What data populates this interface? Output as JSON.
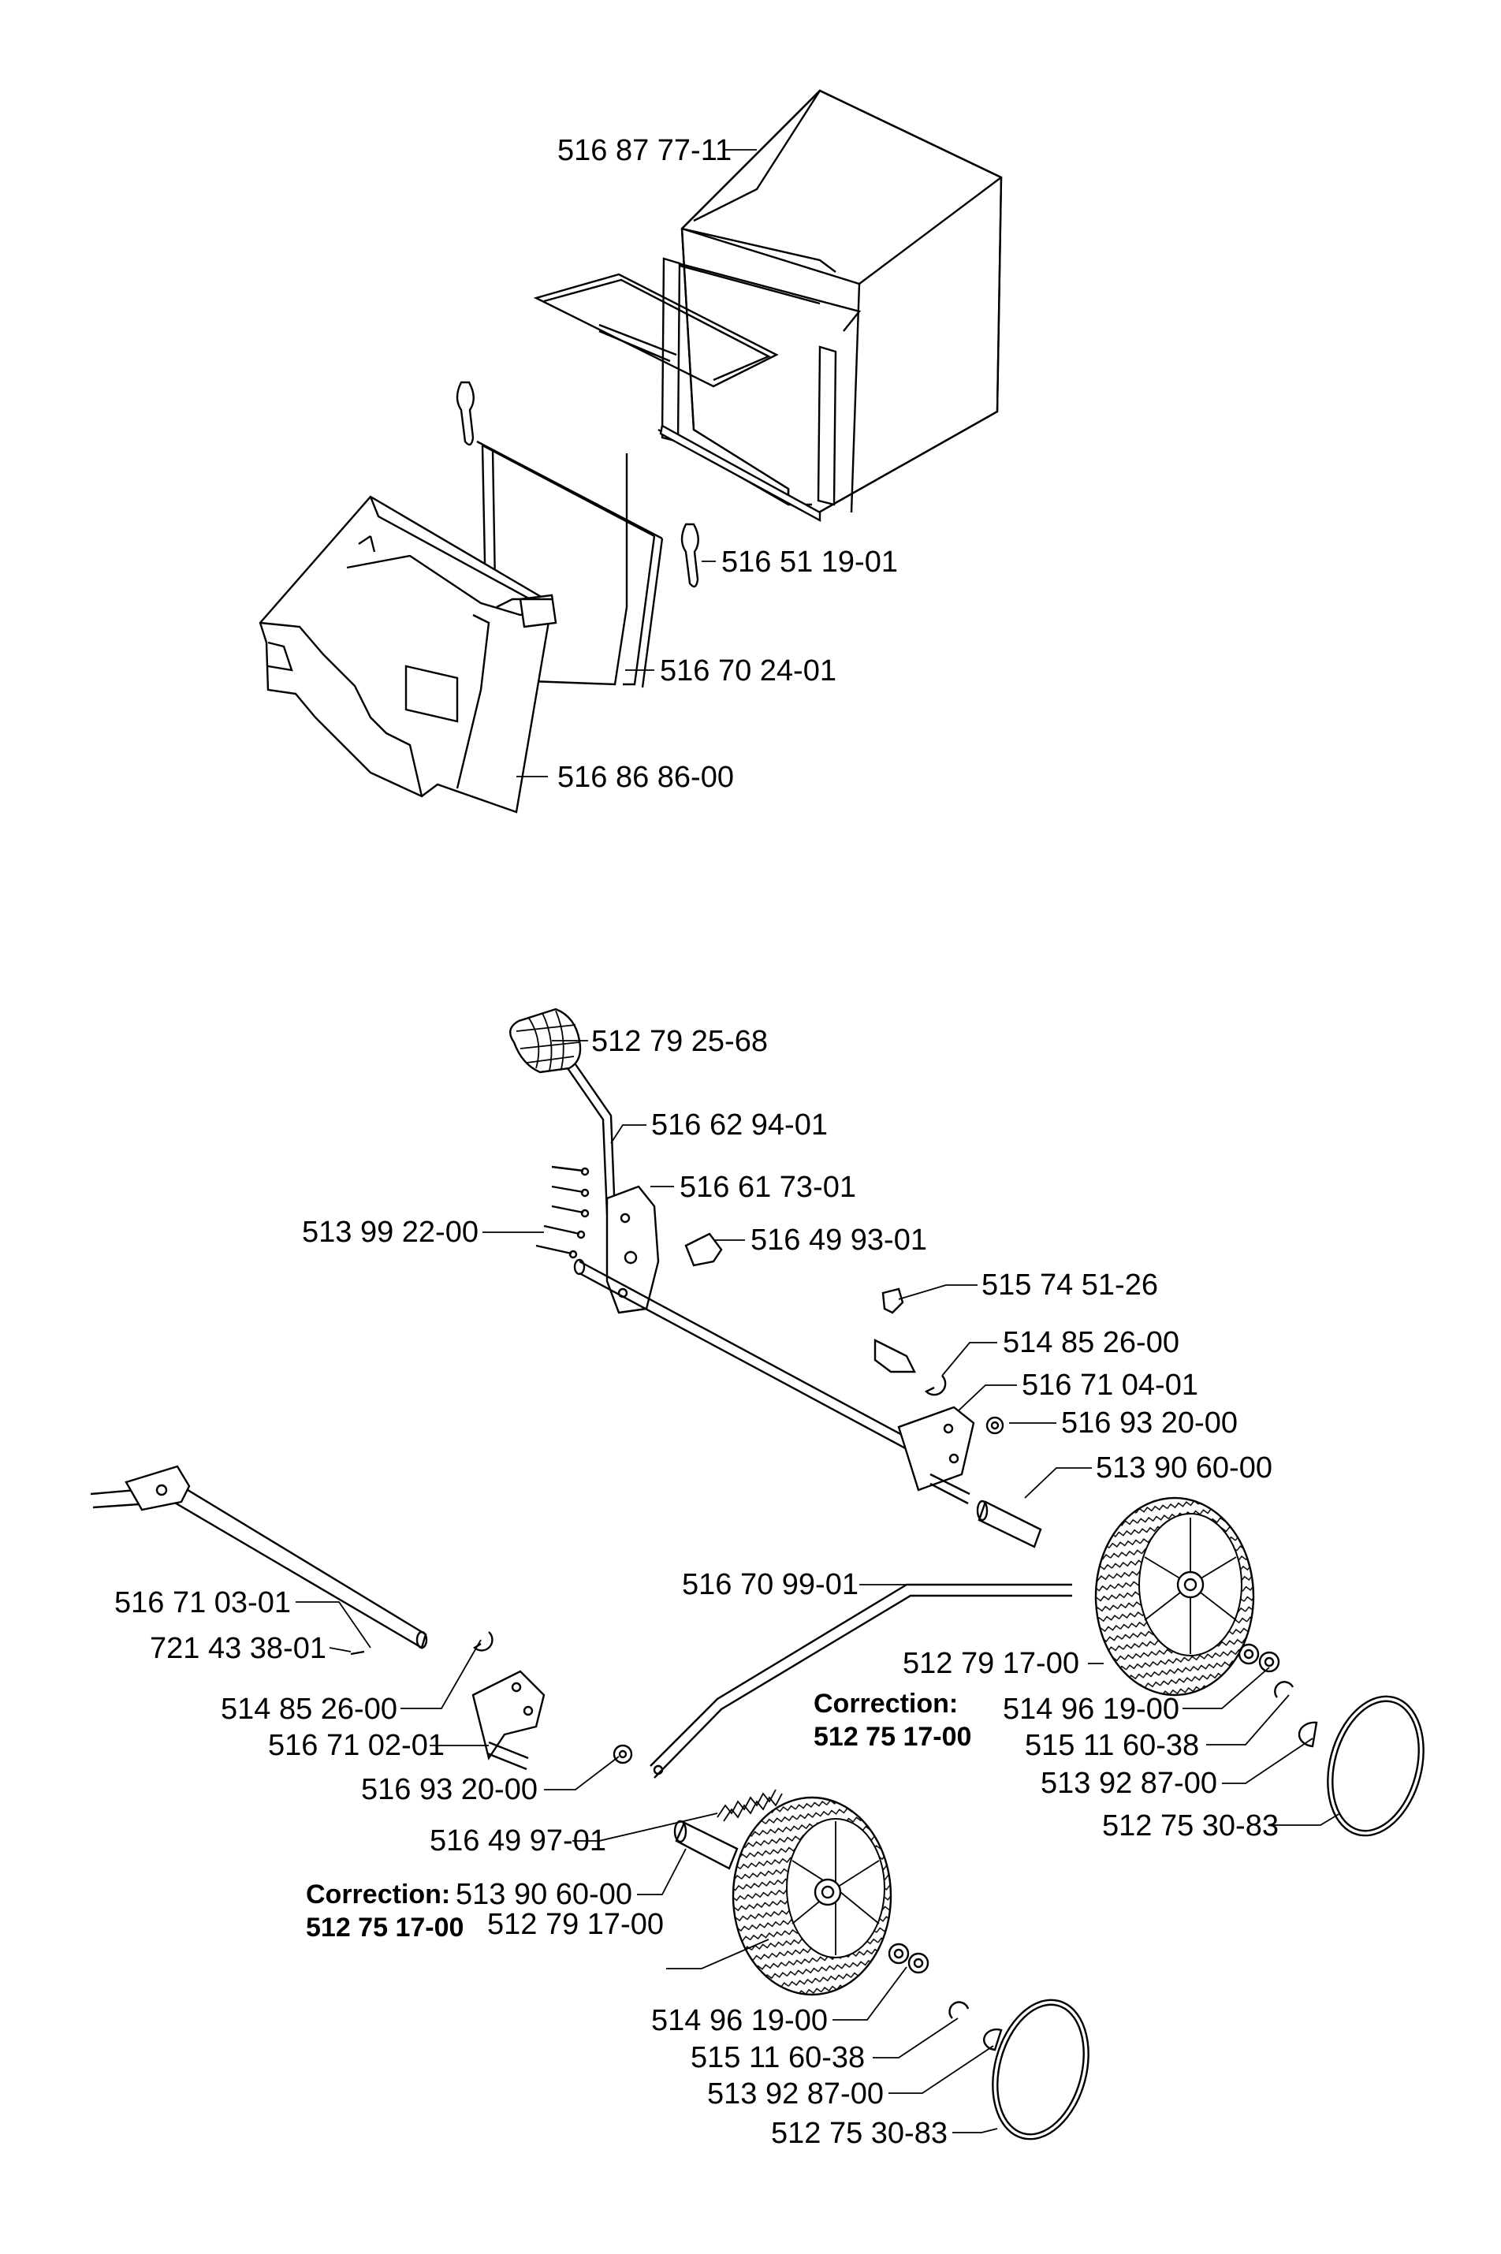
{
  "catcher_group": {
    "bag": "516 87 77-11",
    "clip": "516 51 19-01",
    "frame": "516 70 24-01",
    "cover": "516 86 86-00"
  },
  "wheel_group": {
    "grip": "512 79 25-68",
    "lever": "516 62 94-01",
    "bracket": "516 61 73-01",
    "screws": "513 99 22-00",
    "spring_clip": "516 49 93-01",
    "knob": "515 74 51-26",
    "clip_right": "514 85 26-00",
    "plate_right": "516 71 04-01",
    "washer_right": "516 93 20-00",
    "axle_right": "513 90 60-00",
    "axle_left": "516 71 03-01",
    "pin": "721 43 38-01",
    "clip_left": "514 85 26-00",
    "plate_left": "516 71 02-01",
    "washer_left": "516 93 20-00",
    "link_rod": "516 70 99-01",
    "spring": "516 49 97-01",
    "axle_left_short": "513 90 60-00",
    "wheel_right": "512 79 17-00",
    "washers_right": "514 96 19-00",
    "circlip_right": "515 11 60-38",
    "cap_small_right": "513 92 87-00",
    "hubcap_right": "512 75 30-83",
    "wheel_left": "512 79 17-00",
    "washers_left": "514 96 19-00",
    "circlip_left": "515 11 60-38",
    "cap_small_left": "513 92 87-00",
    "hubcap_left": "512 75 30-83",
    "correction_title_right": "Correction:",
    "correction_value_right": "512 75 17-00",
    "correction_title_left": "Correction:",
    "correction_value_left": "512 75 17-00"
  }
}
